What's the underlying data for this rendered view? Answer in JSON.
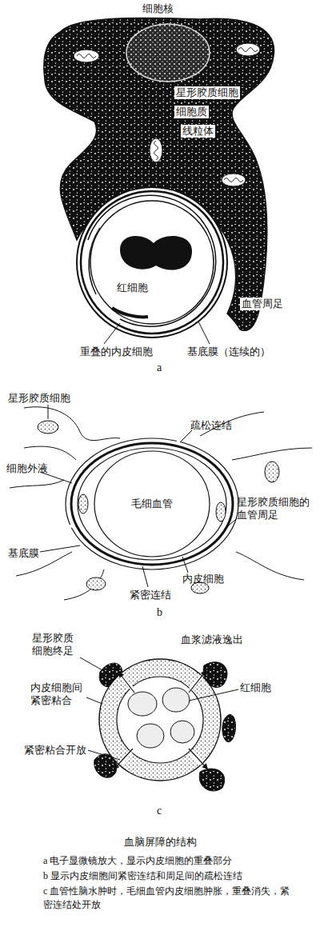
{
  "diagram": {
    "caption": "血脑屏障的结构",
    "labels": [
      "细胞核",
      "星形胶质细胞",
      "细胞质",
      "线粒体",
      "红细胞",
      "血管周足",
      "重叠的内皮细胞",
      "基底膜（连续的）",
      "a",
      "星形胶质细胞",
      "疏松连结",
      "细胞外液",
      "毛细血管",
      "星形胶质细胞的血管周足",
      "基底膜",
      "内皮细胞",
      "紧密连结",
      "b",
      "星形胶质细胞终足",
      "血浆滤液逸出",
      "内皮细胞间紧密粘合",
      "紧密粘合开放",
      "红细胞",
      "c",
      "a 电子显微镜放大，显示内皮细胞的重叠部分",
      "b 显示内皮细胞间紧密连结和周足间的疏松连结",
      "c 血管性脑水肿时，毛细血管内皮细胞肿胀，重叠消失，紧密连结处开放"
    ]
  }
}
